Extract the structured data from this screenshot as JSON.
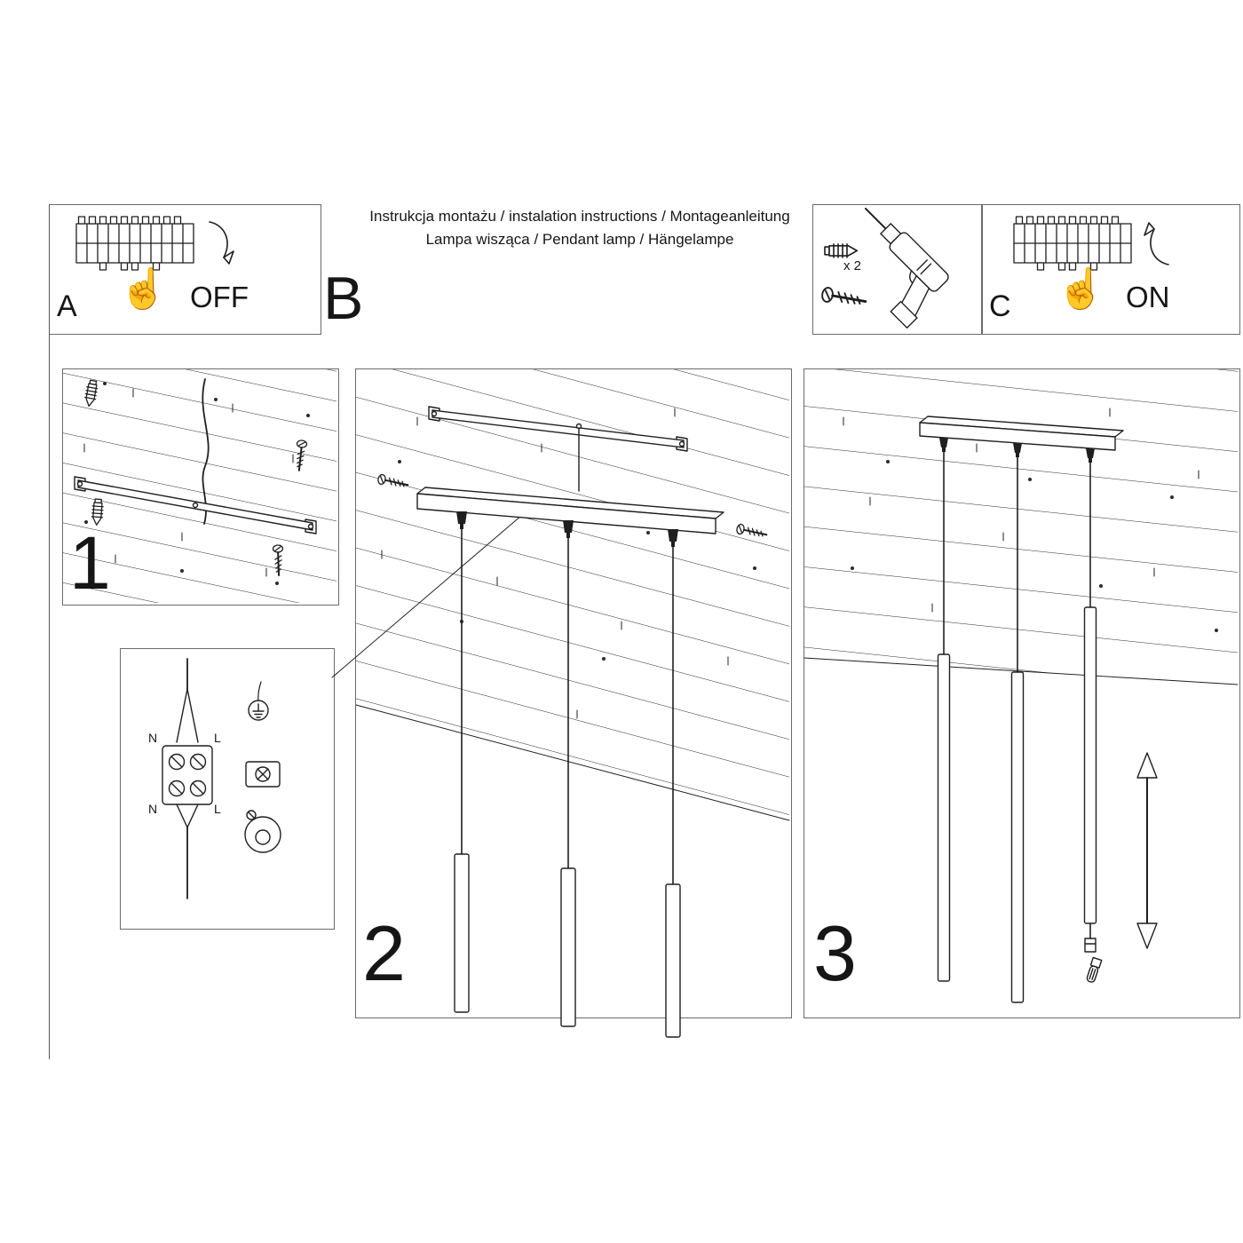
{
  "header": {
    "title_line1": "Instrukcja montażu / instalation instructions / Montageanleitung",
    "title_line2": "Lampa wisząca / Pendant lamp / Hängelampe",
    "panel_a_label": "A",
    "panel_b_label": "B",
    "panel_c_label": "C",
    "off_label": "OFF",
    "on_label": "ON",
    "plug_quantity": "x 2"
  },
  "steps": [
    {
      "number": "1"
    },
    {
      "number": "2"
    },
    {
      "number": "3"
    }
  ],
  "wiring": {
    "labels": {
      "n_top": "N",
      "l_top": "L",
      "n_bottom": "N",
      "l_bottom": "L"
    }
  },
  "icons": {
    "breaker": "circuit-breaker-strip",
    "hand": "pointing-hand",
    "arrow_off": "rotate-arrow-down",
    "arrow_on": "rotate-arrow-up",
    "drill": "cordless-drill",
    "anchor": "wall-plug",
    "screw": "mounting-screw",
    "ground": "earth-ground-symbol",
    "adjust": "height-adjust-arrow",
    "bulb": "g9-bulb"
  },
  "colors": {
    "line": "#1f1f1f",
    "frame": "#6b6b6b",
    "background": "#ffffff"
  }
}
